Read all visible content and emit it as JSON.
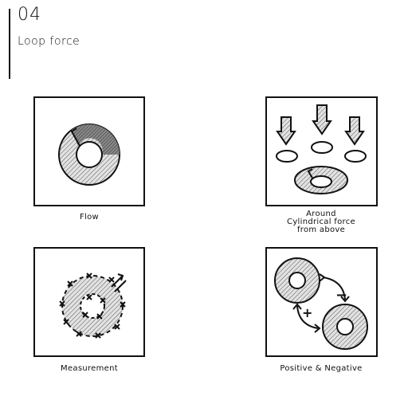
{
  "header": {
    "number": "04",
    "title": "Loop force"
  },
  "panels": [
    {
      "caption": "Flow"
    },
    {
      "caption_lines": [
        "Around",
        "Cylindrical force",
        "from above"
      ]
    },
    {
      "caption": "Measurement"
    },
    {
      "caption": "Positive & Negative"
    }
  ],
  "symbols": {
    "plus": "+",
    "minus": "−"
  },
  "colors": {
    "ink": "#111111",
    "hatch_fill": "#cfcfcf",
    "background": "#ffffff"
  }
}
